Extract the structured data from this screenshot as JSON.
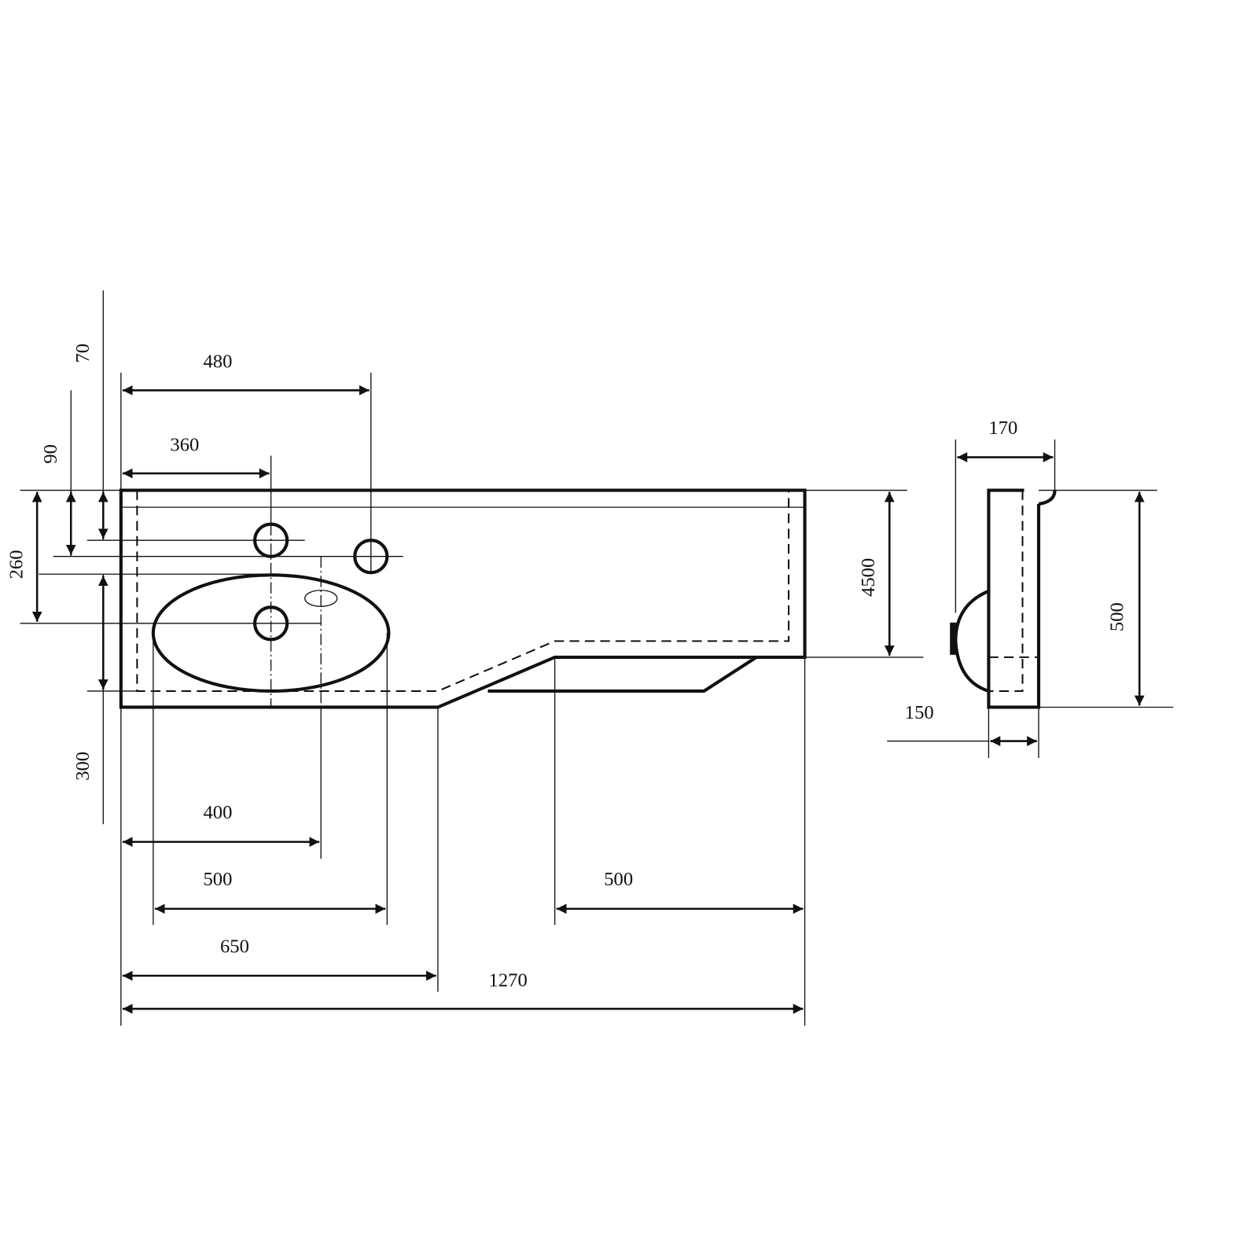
{
  "dimensions": {
    "d70": "70",
    "d90": "90",
    "d260": "260",
    "d300": "300",
    "d480": "480",
    "d360": "360",
    "d4500": "4500",
    "d400": "400",
    "d500_basin": "500",
    "d500_right": "500",
    "d650": "650",
    "d1270": "1270",
    "side_170": "170",
    "side_500": "500",
    "side_150": "150"
  }
}
